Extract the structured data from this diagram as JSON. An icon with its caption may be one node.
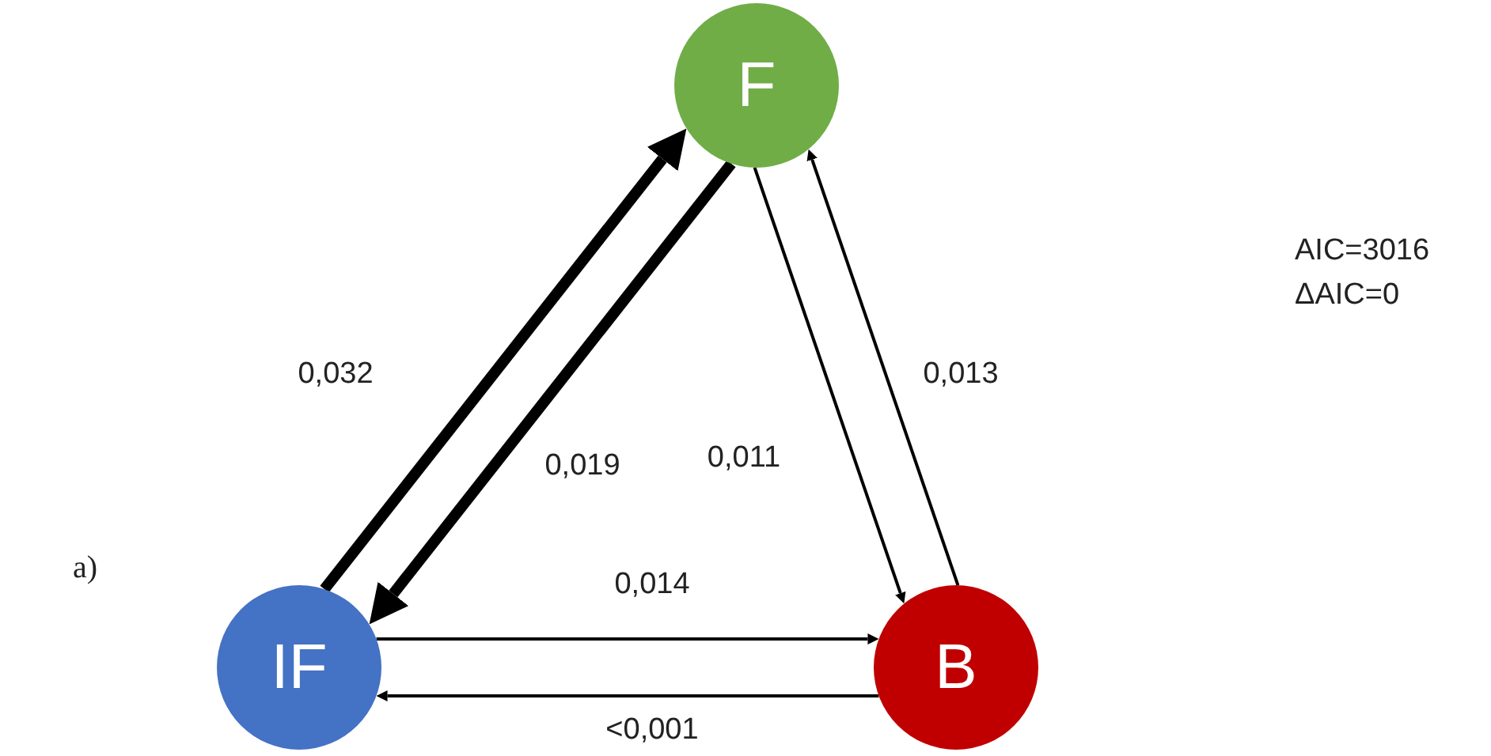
{
  "diagram": {
    "nodes": [
      {
        "text": [
          "F"
        ]
      },
      {
        "text": [
          "IF"
        ]
      },
      {
        "text": [
          "B"
        ]
      }
    ],
    "edges": [
      {
        "from": 1,
        "to": 0,
        "arrow": "to",
        "label": "0,032",
        "style": "thick"
      },
      {
        "from": 0,
        "to": 1,
        "arrow": "to",
        "label": "0,019",
        "style": "thick"
      },
      {
        "from": 0,
        "to": 2,
        "arrow": "to",
        "label": "0,011"
      },
      {
        "from": 2,
        "to": 0,
        "arrow": "to",
        "label": "0,013"
      },
      {
        "from": 1,
        "to": 2,
        "arrow": "to",
        "label": "0,014"
      },
      {
        "from": 2,
        "to": 1,
        "arrow": "to",
        "label": "<0,001"
      }
    ],
    "labels": [
      "AIC=3016",
      "ΔAIC=0",
      "a)"
    ]
  }
}
